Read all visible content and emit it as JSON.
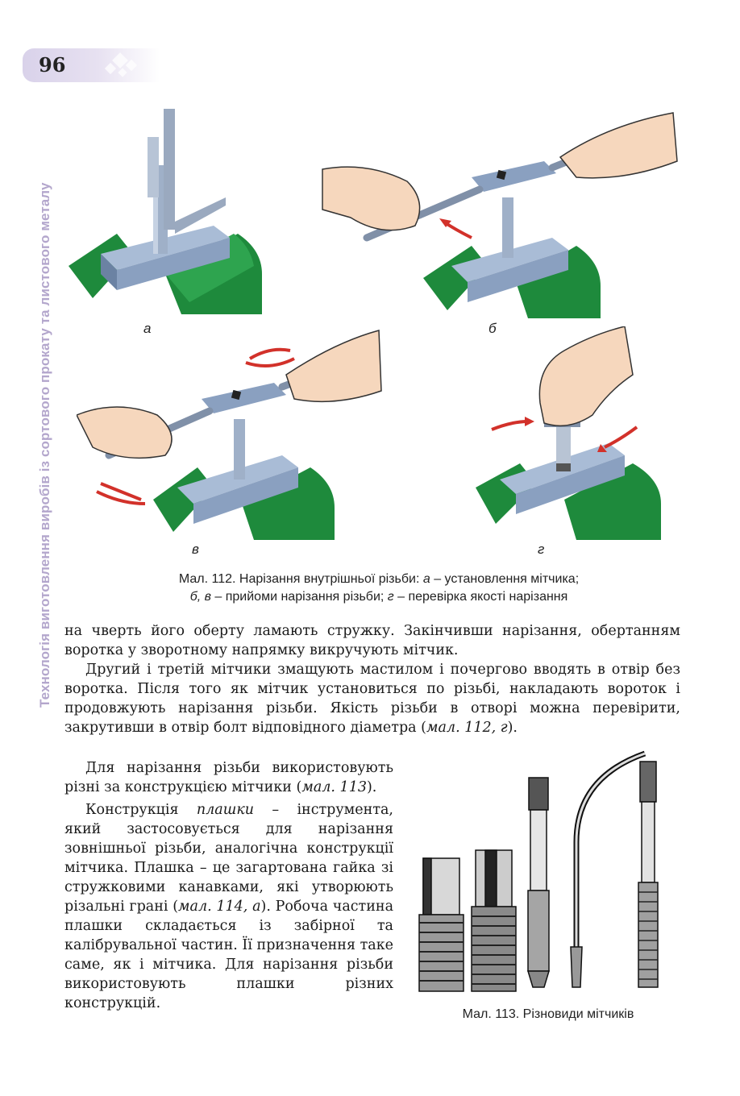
{
  "page": {
    "number": "96",
    "side_title": "Технологія виготовлення виробів із сортового прокату та листового металу"
  },
  "figure112": {
    "labels": {
      "a": "а",
      "b": "б",
      "v": "в",
      "g": "г"
    },
    "caption_line1_start": "Мал. 112. Нарізання внутрішньої різьби: ",
    "caption_line1_a": "а",
    "caption_line1_end": " – установлення мітчика;",
    "caption_line2_b": "б, в",
    "caption_line2_mid": " – прийоми нарізання різьби; ",
    "caption_line2_g": "г",
    "caption_line2_end": " – перевірка якості нарізання"
  },
  "body": {
    "p1": "на чверть його оберту ламають стружку. Закінчивши нарізання, обертанням воротка у зворотному напрямку викручують мітчик.",
    "p2_start": "Другий і третій мітчики змащують мастилом і почергово вводять в отвір без воротка. Після того як мітчик установиться по різьбі, накладають вороток і продовжують нарізання різьби. Якість різьби в отворі можна перевірити, закрутивши в отвір болт відповідного діаметра (",
    "p2_ref": "мал. 112, г",
    "p2_end": ").",
    "p3_start": "Для нарізання різьби використовують різні за конструкцією мітчики (",
    "p3_ref": "мал. 113",
    "p3_end": ").",
    "p4_start": "Конструкція ",
    "p4_term": "плашки",
    "p4_mid": " – інструмента, який застосовується для нарізання зовнішньої різьби, аналогічна конструкції мітчика. Плашка – це загартована гайка зі стружковими канавками, які утворюють різальні грані (",
    "p4_ref": "мал. 114, а",
    "p4_end": "). Робоча частина плашки складається із забірної та калібрувальної частин. Її призначення таке саме, як і мітчика. Для нарізання різьби використовують плашки різних конструкцій."
  },
  "figure113": {
    "caption": "Мал. 113. Різновиди мітчиків"
  },
  "colors": {
    "vise_green": "#1e8a3c",
    "metal_blue": "#7e97b8",
    "arrow_red": "#d2312a",
    "side_title": "#b3a6cc"
  }
}
